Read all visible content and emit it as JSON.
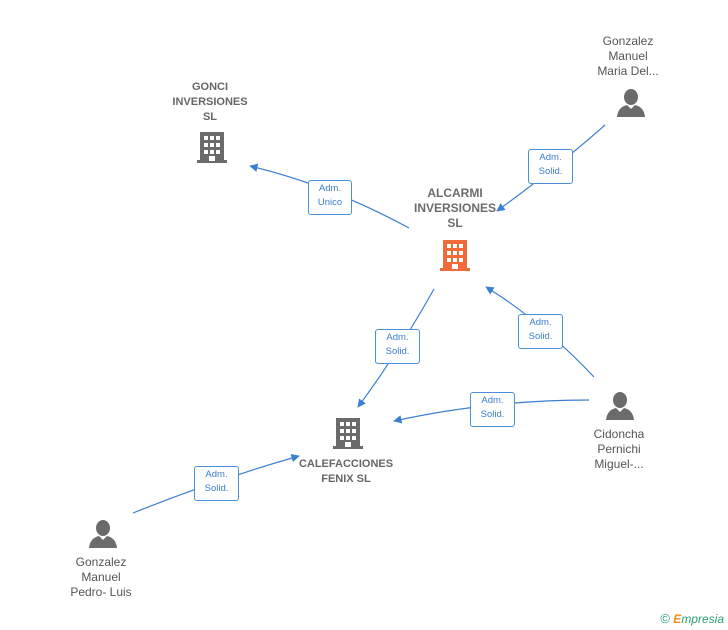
{
  "nodes": {
    "gonci": {
      "lines": [
        "GONCI",
        "INVERSIONES",
        "SL"
      ]
    },
    "alcarmi": {
      "lines": [
        "ALCARMI",
        "INVERSIONES",
        "SL"
      ]
    },
    "calefacciones": {
      "lines": [
        "CALEFACCIONES",
        "FENIX  SL"
      ]
    },
    "gonzalez_maria": {
      "lines": [
        "Gonzalez",
        "Manuel",
        "Maria Del..."
      ]
    },
    "cidoncha": {
      "lines": [
        "Cidoncha",
        "Pernichi",
        "Miguel-..."
      ]
    },
    "gonzalez_pedro": {
      "lines": [
        "Gonzalez",
        "Manuel",
        "Pedro- Luis"
      ]
    }
  },
  "edges": {
    "alcarmi_gonci": [
      "Adm.",
      "Unico"
    ],
    "maria_alcarmi": [
      "Adm.",
      "Solid."
    ],
    "alcarmi_calef": [
      "Adm.",
      "Solid."
    ],
    "cidoncha_alcarmi": [
      "Adm.",
      "Solid."
    ],
    "cidoncha_calef": [
      "Adm.",
      "Solid."
    ],
    "pedro_calef": [
      "Adm.",
      "Solid."
    ]
  },
  "colors": {
    "edge": "#3a7fd0",
    "main_company": "#f26a3a",
    "company": "#6b6b6b",
    "person": "#6b6b6b"
  },
  "footer": {
    "copyright": "©",
    "brand_initial": "E",
    "brand_rest": "mpresia"
  }
}
